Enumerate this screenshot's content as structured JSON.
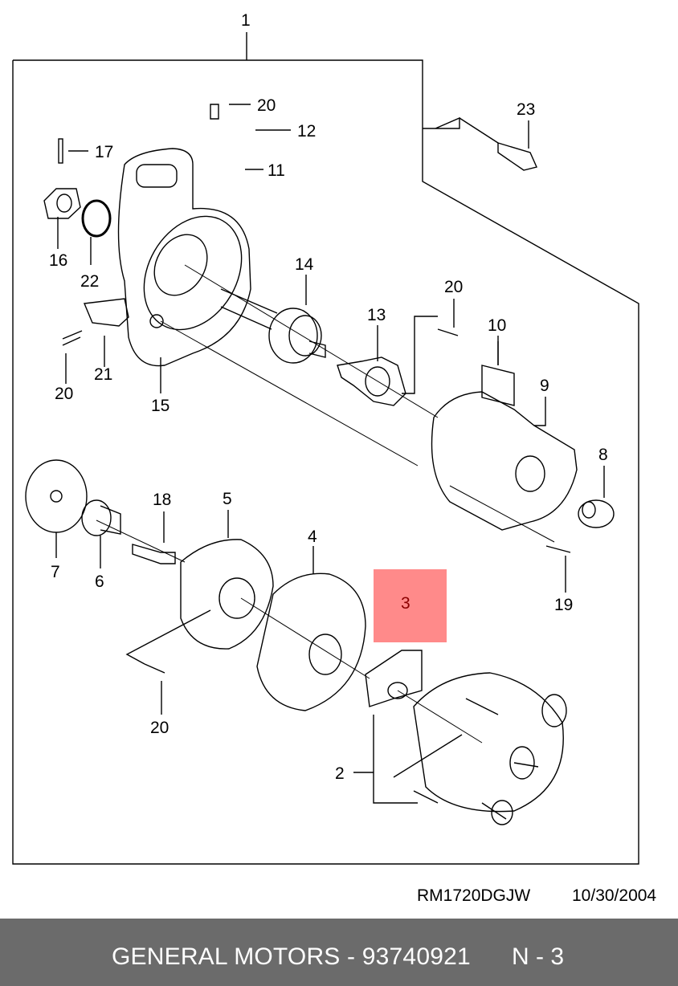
{
  "diagram": {
    "callouts": {
      "c1": "1",
      "c2": "2",
      "c3": "3",
      "c4": "4",
      "c5": "5",
      "c6": "6",
      "c7": "7",
      "c8": "8",
      "c9": "9",
      "c10": "10",
      "c11": "11",
      "c12": "12",
      "c13": "13",
      "c14": "14",
      "c15": "15",
      "c16": "16",
      "c17": "17",
      "c18": "18",
      "c19": "19",
      "c20a": "20",
      "c20b": "20",
      "c20c": "20",
      "c20d": "20",
      "c21": "21",
      "c22": "22",
      "c23": "23"
    },
    "highlight_color": "#ff8a8a"
  },
  "footer": {
    "code": "RM1720DGJW",
    "date": "10/30/2004"
  },
  "banner": {
    "text": "GENERAL MOTORS - 93740921",
    "page": "N - 3",
    "background": "#6b6b6b"
  }
}
